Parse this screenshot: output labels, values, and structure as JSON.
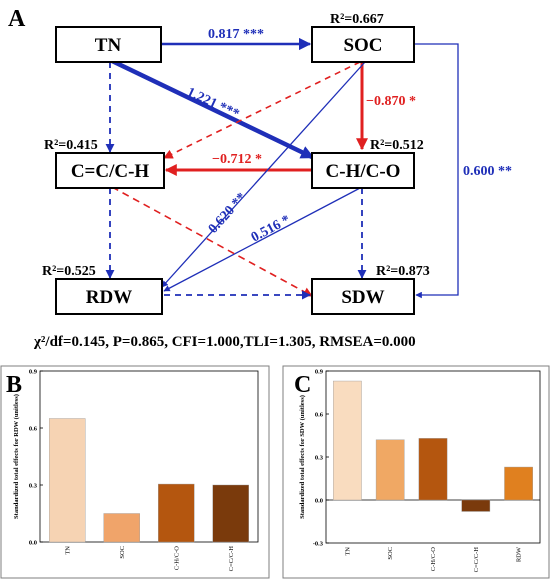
{
  "panel_a": {
    "letter": "A",
    "nodes": {
      "tn": "TN",
      "soc": "SOC",
      "cc": "C=C/C-H",
      "ch": "C-H/C-O",
      "rdw": "RDW",
      "sdw": "SDW"
    },
    "r2": {
      "soc": "R²=0.667",
      "cc": "R²=0.415",
      "ch": "R²=0.512",
      "rdw": "R²=0.525",
      "sdw": "R²=0.873"
    },
    "coefficients": {
      "tn_soc": "0.817 ***",
      "tn_ch": "1.221 ***",
      "soc_ch": "−0.870 *",
      "ch_cc": "−0.712 *",
      "soc_rdw": "0.620 **",
      "ch_rdw": "0.516 *",
      "soc_sdw": "0.600 **"
    },
    "colors": {
      "positive": "#1f2fb8",
      "negative": "#e02020"
    },
    "fit_stats": "χ²/df=0.145, P=0.865, CFI=1.000,TLI=1.305, RMSEA=0.000"
  },
  "chart_data": [
    {
      "panel": "B",
      "type": "bar",
      "ylabel": "Standardized total effects for RDW (unitless)",
      "categories": [
        "TN",
        "SOC",
        "C-H/C-O",
        "C=C/C-H"
      ],
      "values": [
        0.65,
        0.15,
        0.305,
        0.3
      ],
      "colors": [
        "#f6d3b3",
        "#f0a46a",
        "#b4560f",
        "#7a3a0c"
      ],
      "ylim": [
        0,
        0.9
      ],
      "yticks": [
        "0.0",
        "0.3",
        "0.6",
        "0.9"
      ]
    },
    {
      "panel": "C",
      "type": "bar",
      "ylabel": "Standardized total effects for SDW (unitless)",
      "categories": [
        "TN",
        "SOC",
        "C-H/C-O",
        "C=C/C-H",
        "RDW"
      ],
      "values": [
        0.83,
        0.42,
        0.43,
        -0.08,
        0.23
      ],
      "colors": [
        "#f9dcbf",
        "#f0a864",
        "#b4560f",
        "#7a3a0c",
        "#e0801f"
      ],
      "ylim": [
        -0.3,
        0.9
      ],
      "yticks": [
        "-0.3",
        "0.0",
        "0.3",
        "0.6",
        "0.9"
      ]
    }
  ]
}
